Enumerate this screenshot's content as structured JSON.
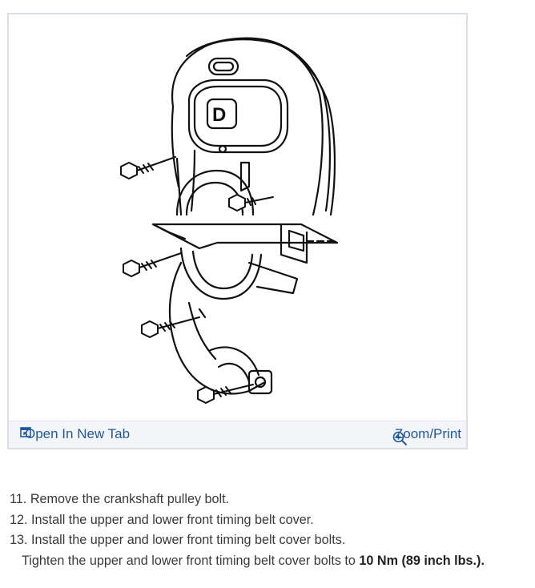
{
  "figure": {
    "diagram_label": "D",
    "open_tab_label": "Open In New Tab",
    "zoom_label": "Zoom/Print",
    "open_tab_icon": "open-in-new-tab-icon",
    "zoom_icon": "magnifier-plus-icon",
    "link_color": "#1f5a9c"
  },
  "steps": [
    {
      "num": "11.",
      "text": "Remove the crankshaft pulley bolt."
    },
    {
      "num": "12.",
      "text": "Install the upper and lower front timing belt cover."
    },
    {
      "num": "13.",
      "text": "Install the upper and lower front timing belt cover bolts."
    }
  ],
  "torque": {
    "prefix": "Tighten the upper and lower front timing belt cover bolts to ",
    "value": "10 Nm (89 inch lbs.)",
    "suffix": "."
  }
}
